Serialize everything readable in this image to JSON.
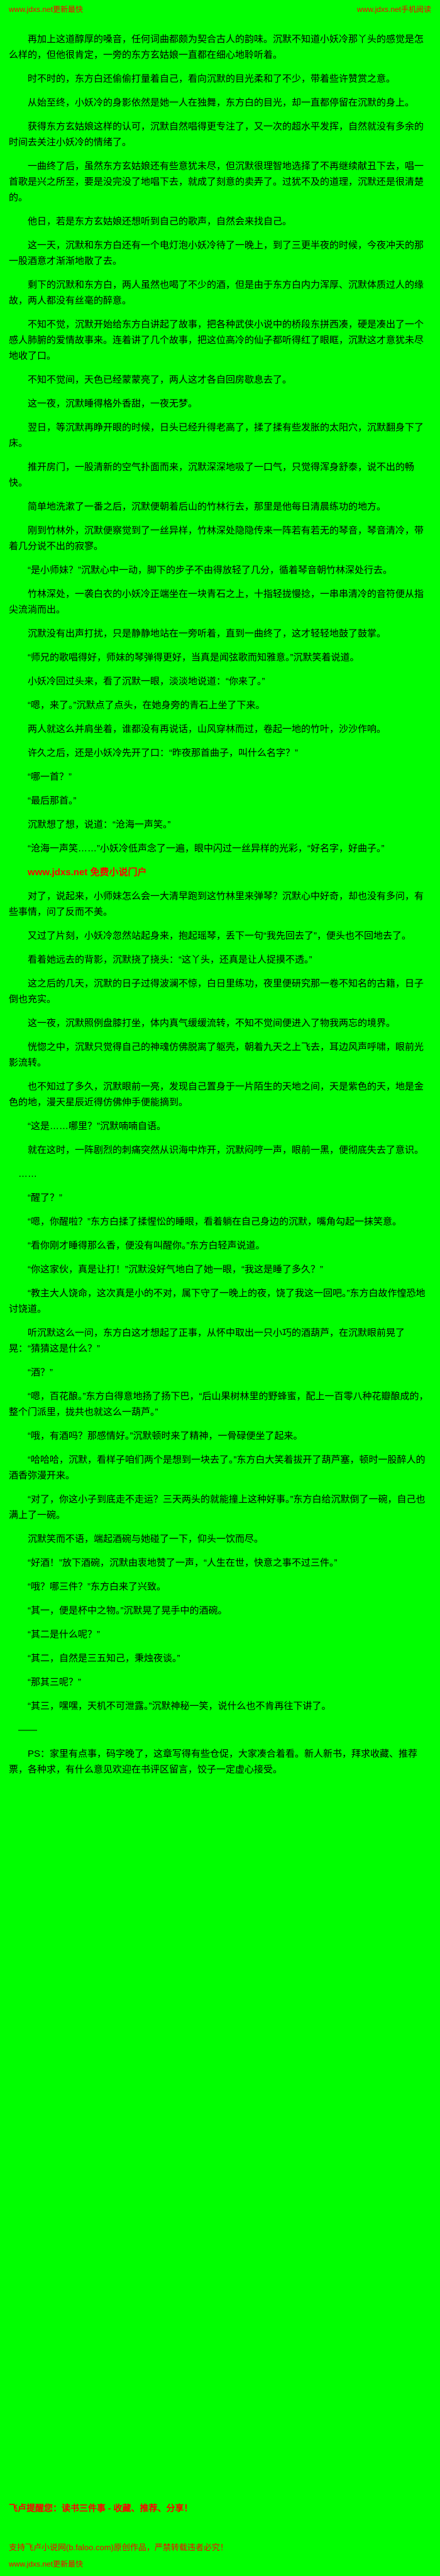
{
  "page": {
    "background_color": "#00ff00",
    "text_color": "#000000",
    "accent_red": "#ff0000"
  },
  "header": {
    "left_link": "www.jdxs.net更新最快",
    "right_link": "www.jdxs.net手机阅读"
  },
  "paragraphs": [
    {
      "style": "normal",
      "text": "再加上这道醇厚的嗓音，任何词曲都颇为契合古人的韵味。沉默不知道小妖冷那丫头的感觉是怎么样的，但他很肯定，一旁的东方玄姑娘一直都在细心地聆听着。"
    },
    {
      "style": "normal",
      "text": "时不时的，东方白还偷偷打量着自己，看向沉默的目光柔和了不少，带着些许赞赏之意。"
    },
    {
      "style": "normal",
      "text": "从始至终，小妖冷的身影依然是她一人在独舞，东方白的目光，却一直都停留在沉默的身上。"
    },
    {
      "style": "normal",
      "text": "获得东方玄姑娘这样的认可，沉默自然唱得更专注了，又一次的超水平发挥，自然就没有多余的时间去关注小妖冷的情绪了。"
    },
    {
      "style": "normal",
      "text": "一曲终了后，虽然东方玄姑娘还有些意犹未尽，但沉默很理智地选择了不再继续献丑下去，唱一首歌是兴之所至，要是没完没了地唱下去，就成了刻意的卖弄了。过犹不及的道理，沉默还是很清楚的。"
    },
    {
      "style": "normal",
      "text": "他日，若是东方玄姑娘还想听到自己的歌声，自然会来找自己。"
    },
    {
      "style": "normal",
      "text": "这一天，沉默和东方白还有一个电灯泡小妖冷待了一晚上，到了三更半夜的时候，今夜冲天的那一股酒意才渐渐地散了去。"
    },
    {
      "style": "normal",
      "text": "剩下的沉默和东方白，两人虽然也喝了不少的酒，但是由于东方白内力浑厚、沉默体质过人的缘故，两人都没有丝毫的醉意。"
    },
    {
      "style": "normal",
      "text": "不知不觉，沉默开始给东方白讲起了故事，把各种武侠小说中的桥段东拼西凑，硬是凑出了一个感人肺腑的爱情故事来。连着讲了几个故事，把这位高冷的仙子都听得红了眼眶，沉默这才意犹未尽地收了口。"
    },
    {
      "style": "normal",
      "text": "不知不觉间，天色已经蒙蒙亮了，两人这才各自回房歇息去了。"
    },
    {
      "style": "normal",
      "text": "这一夜，沉默睡得格外香甜，一夜无梦。"
    },
    {
      "style": "normal",
      "text": "翌日，等沉默再睁开眼的时候，日头已经升得老高了，揉了揉有些发胀的太阳穴，沉默翻身下了床。"
    },
    {
      "style": "normal",
      "text": "推开房门，一股清新的空气扑面而来，沉默深深地吸了一口气，只觉得浑身舒泰，说不出的畅快。"
    },
    {
      "style": "normal",
      "text": "简单地洗漱了一番之后，沉默便朝着后山的竹林行去，那里是他每日清晨练功的地方。"
    },
    {
      "style": "normal",
      "text": "刚到竹林外，沉默便察觉到了一丝异样，竹林深处隐隐传来一阵若有若无的琴音，琴音清冷，带着几分说不出的寂寥。"
    },
    {
      "style": "normal",
      "text": "“是小师妹？”沉默心中一动，脚下的步子不由得放轻了几分，循着琴音朝竹林深处行去。"
    },
    {
      "style": "normal",
      "text": "竹林深处，一袭白衣的小妖冷正端坐在一块青石之上，十指轻拢慢捻，一串串清冷的音符便从指尖流淌而出。"
    },
    {
      "style": "normal",
      "text": "沉默没有出声打扰，只是静静地站在一旁听着，直到一曲终了，这才轻轻地鼓了鼓掌。"
    },
    {
      "style": "normal",
      "text": "“师兄的歌唱得好，师妹的琴弹得更好，当真是闻弦歌而知雅意。”沉默笑着说道。"
    },
    {
      "style": "normal",
      "text": "小妖冷回过头来，看了沉默一眼，淡淡地说道：“你来了。”"
    },
    {
      "style": "normal",
      "text": "“嗯，来了。”沉默点了点头，在她身旁的青石上坐了下来。"
    },
    {
      "style": "normal",
      "text": "两人就这么并肩坐着，谁都没有再说话，山风穿林而过，卷起一地的竹叶，沙沙作响。"
    },
    {
      "style": "normal",
      "text": "许久之后，还是小妖冷先开了口：“昨夜那首曲子，叫什么名字？”"
    },
    {
      "style": "normal",
      "text": "“哪一首？”"
    },
    {
      "style": "normal",
      "text": "“最后那首。”"
    },
    {
      "style": "normal",
      "text": "沉默想了想，说道：“沧海一声笑。”"
    },
    {
      "style": "normal",
      "text": "“沧海一声笑……”小妖冷低声念了一遍，眼中闪过一丝异样的光彩，“好名字，好曲子。”"
    },
    {
      "style": "red-link",
      "text": "www.jdxs.net 免费小说门户"
    },
    {
      "style": "normal",
      "text": "对了，说起来，小师妹怎么会一大清早跑到这竹林里来弹琴？沉默心中好奇，却也没有多问，有些事情，问了反而不美。"
    },
    {
      "style": "normal",
      "text": "又过了片刻，小妖冷忽然站起身来，抱起瑶琴，丢下一句“我先回去了”，便头也不回地去了。"
    },
    {
      "style": "normal",
      "text": "看着她远去的背影，沉默挠了挠头：“这丫头，还真是让人捉摸不透。”"
    },
    {
      "style": "normal",
      "text": "这之后的几天，沉默的日子过得波澜不惊，白日里练功，夜里便研究那一卷不知名的古籍，日子倒也充实。"
    },
    {
      "style": "normal",
      "text": "这一夜，沉默照例盘膝打坐，体内真气缓缓流转，不知不觉间便进入了物我两忘的境界。"
    },
    {
      "style": "normal",
      "text": "恍惚之中，沉默只觉得自己的神魂仿佛脱离了躯壳，朝着九天之上飞去，耳边风声呼啸，眼前光影流转。"
    },
    {
      "style": "normal",
      "text": "也不知过了多久，沉默眼前一亮，发现自己置身于一片陌生的天地之间，天是紫色的天，地是金色的地，漫天星辰近得仿佛伸手便能摘到。"
    },
    {
      "style": "normal",
      "text": "“这是……哪里？”沉默喃喃自语。"
    },
    {
      "style": "normal",
      "text": "就在这时，一阵剧烈的刺痛突然从识海中炸开，沉默闷哼一声，眼前一黑，便彻底失去了意识。"
    },
    {
      "style": "sep",
      "text": "……"
    },
    {
      "style": "normal",
      "text": "“醒了？”"
    },
    {
      "style": "normal",
      "text": "“嗯，你醒啦？”东方白揉了揉惺忪的睡眼，看着躺在自己身边的沉默，嘴角勾起一抹笑意。"
    },
    {
      "style": "normal",
      "text": "“看你刚才睡得那么香，便没有叫醒你。”东方白轻声说道。"
    },
    {
      "style": "normal",
      "text": "“你这家伙，真是让打！”沉默没好气地白了她一眼，“我这是睡了多久？”"
    },
    {
      "style": "normal",
      "text": "“教主大人饶命，这次真是小的不对，属下守了一晚上的夜，饶了我这一回吧。”东方白故作惶恐地讨饶道。"
    },
    {
      "style": "normal",
      "text": "听沉默这么一问，东方白这才想起了正事，从怀中取出一只小巧的酒葫芦，在沉默眼前晃了晃：“猜猜这是什么？”"
    },
    {
      "style": "normal",
      "text": "“酒？”"
    },
    {
      "style": "normal",
      "text": "“嗯，百花酿。”东方白得意地扬了扬下巴，“后山果树林里的野蜂蜜，配上一百零八种花瓣酿成的，整个门派里，拢共也就这么一葫芦。”"
    },
    {
      "style": "normal",
      "text": "“哦，有酒吗？那感情好。”沉默顿时来了精神，一骨碌便坐了起来。"
    },
    {
      "style": "normal",
      "text": "“哈哈哈，沉默，看样子咱们两个是想到一块去了。”东方白大笑着拔开了葫芦塞，顿时一股醉人的酒香弥漫开来。"
    },
    {
      "style": "normal",
      "text": "“对了，你这小子到底走不走运？三天两头的就能撞上这种好事。”东方白给沉默倒了一碗，自己也满上了一碗。"
    },
    {
      "style": "normal",
      "text": "沉默笑而不语，端起酒碗与她碰了一下，仰头一饮而尽。"
    },
    {
      "style": "normal",
      "text": "“好酒！”放下酒碗，沉默由衷地赞了一声，“人生在世，快意之事不过三件。”"
    },
    {
      "style": "normal",
      "text": "“哦？哪三件？”东方白来了兴致。"
    },
    {
      "style": "normal",
      "text": "“其一，便是杯中之物。”沉默晃了晃手中的酒碗。"
    },
    {
      "style": "normal",
      "text": "“其二是什么呢？”"
    },
    {
      "style": "normal",
      "text": "“其二，自然是三五知己，秉烛夜谈。”"
    },
    {
      "style": "normal",
      "text": "“那其三呢？”"
    },
    {
      "style": "normal",
      "text": "“其三，嘿嘿，天机不可泄露。”沉默神秘一笑，说什么也不肯再往下讲了。"
    },
    {
      "style": "sep",
      "text": "——"
    },
    {
      "style": "normal",
      "text": "PS：家里有点事，码字晚了，这章写得有些仓促，大家凑合着看。新人新书，拜求收藏、推荐票，各种求，有什么意见欢迎在书评区留言，饺子一定虚心接受。"
    }
  ],
  "footer": {
    "reminder": "飞卢提醒您：读书三件事 - 收藏、推荐、分享！",
    "copyright": "支持飞卢小说网(b.faloo.com)原创作品，严禁转载违者必究！",
    "site_link": "www.jdxs.net更新最快"
  }
}
